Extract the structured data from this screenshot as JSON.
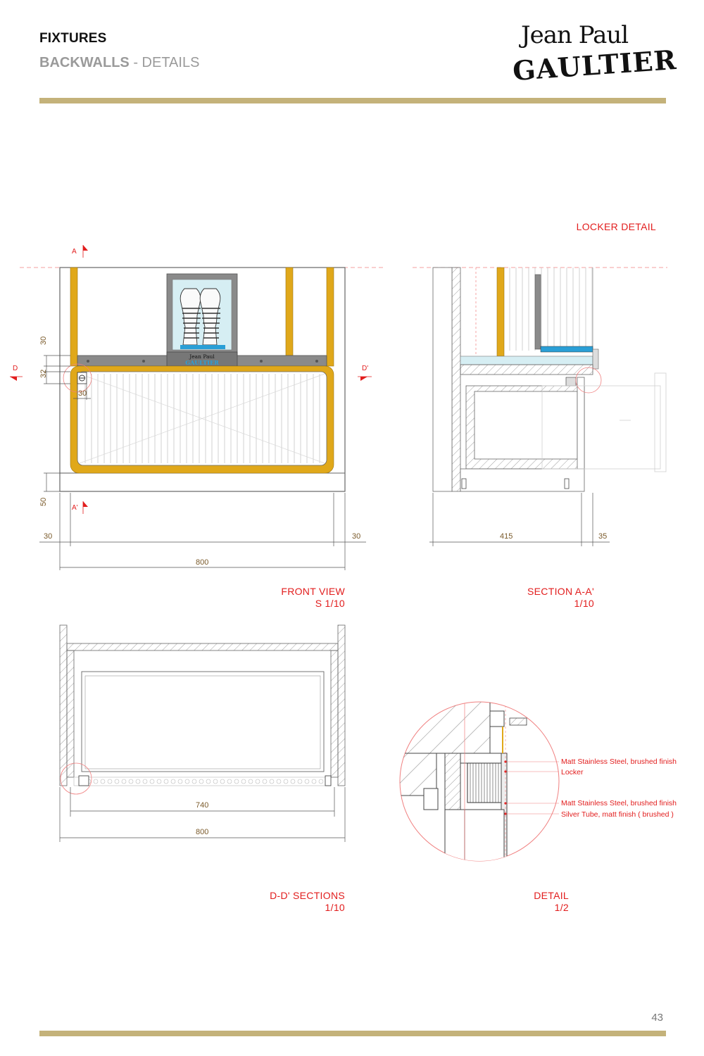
{
  "header": {
    "title": "FIXTURES",
    "subtitle_bold": "BACKWALLS",
    "subtitle_rest": " - DETAILS"
  },
  "logo": {
    "line1": "Jean Paul",
    "line2": "GAULTIER"
  },
  "colors": {
    "gold_rule": "#c4b27a",
    "gold_frame": "#e0a81a",
    "red_label": "#e21d1d",
    "dim_text": "#7a5a2a",
    "line": "#555555"
  },
  "labels": {
    "locker_detail": "LOCKER DETAIL",
    "front_view": "FRONT VIEW",
    "front_view_scale": "S 1/10",
    "section_aa": "SECTION A-A'",
    "section_aa_scale": "1/10",
    "dd_sections": "D-D' SECTIONS",
    "dd_sections_scale": "1/10",
    "detail": "DETAIL",
    "detail_scale": "1/2"
  },
  "section_marks": {
    "a": "A",
    "a_prime": "A'",
    "d": "D",
    "d_prime": "D'"
  },
  "dimensions": {
    "front_30_top": "30",
    "front_32": "32",
    "front_30_lock": "30",
    "front_50": "50",
    "front_30_left": "30",
    "front_30_right": "30",
    "front_800": "800",
    "section_415": "415",
    "section_35": "35",
    "dd_740": "740",
    "dd_800": "800"
  },
  "display_logo": {
    "line1": "Jean Paul",
    "line2": "GAULTIER"
  },
  "detail_notes": [
    "Matt Stainless Steel, brushed finish",
    "Locker",
    "Matt Stainless Steel, brushed finish",
    "Silver Tube, matt finish ( brushed )"
  ],
  "page_number": "43"
}
